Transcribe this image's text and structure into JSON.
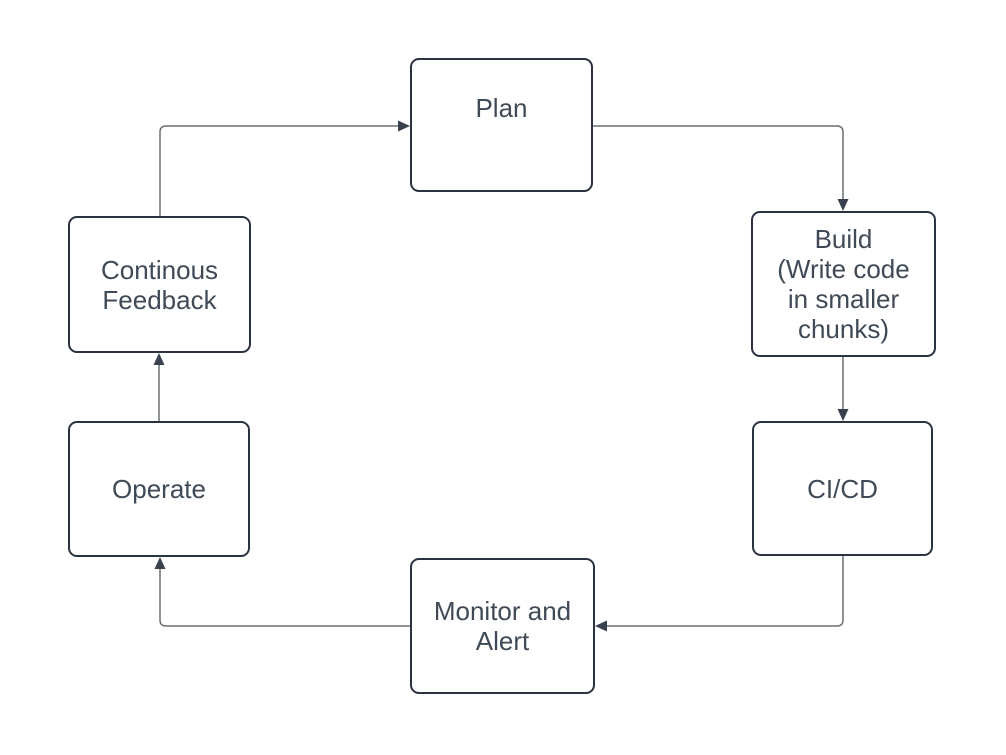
{
  "diagram": {
    "nodes": [
      {
        "id": "plan",
        "label": "Plan"
      },
      {
        "id": "build",
        "label": "Build\n(Write code\nin smaller\nchunks)"
      },
      {
        "id": "cicd",
        "label": "CI/CD"
      },
      {
        "id": "monitor",
        "label": "Monitor and\nAlert"
      },
      {
        "id": "operate",
        "label": "Operate"
      },
      {
        "id": "feedback",
        "label": "Continous\nFeedback"
      }
    ],
    "edges": [
      {
        "from": "feedback",
        "to": "plan"
      },
      {
        "from": "plan",
        "to": "build"
      },
      {
        "from": "build",
        "to": "cicd"
      },
      {
        "from": "cicd",
        "to": "monitor"
      },
      {
        "from": "monitor",
        "to": "operate"
      },
      {
        "from": "operate",
        "to": "feedback"
      }
    ],
    "colors": {
      "background": "#ffffff",
      "node_fill": "#ffffff",
      "node_border": "#2b3240",
      "node_text": "#404a57",
      "connector": "#6b7077",
      "arrowhead": "#39404e"
    }
  }
}
